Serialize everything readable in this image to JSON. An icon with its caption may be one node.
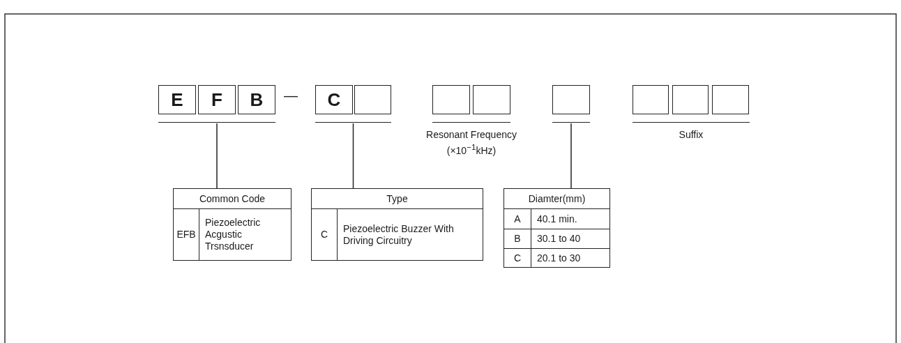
{
  "diagram": {
    "nodes": [
      {
        "text": [
          "E"
        ]
      },
      {
        "text": [
          "F"
        ]
      },
      {
        "text": [
          "B"
        ]
      },
      {
        "text": [
          "C"
        ]
      },
      {
        "text": [],
        "shape": "box"
      },
      {
        "text": [],
        "shape": "box"
      },
      {
        "text": [],
        "shape": "box"
      },
      {
        "text": [],
        "shape": "box"
      },
      {
        "text": [],
        "shape": "box"
      },
      {
        "text": [],
        "shape": "box"
      },
      {
        "text": [],
        "shape": "box"
      },
      {
        "text": [],
        "shape": "bar"
      },
      {
        "text": [],
        "shape": "bar"
      },
      {
        "text": [],
        "shape": "bar",
        "beside": [
          "Resonant Frequency (×10$^{−1}$kHz)"
        ]
      },
      {
        "text": [],
        "shape": "bar"
      },
      {
        "text": [],
        "shape": "bar",
        "beside": [
          "Suffix"
        ]
      },
      {
        "text": [
          "Common Code",
          "EFB",
          "Piezoelectric Acgustic Trsnsducer"
        ]
      },
      {
        "text": [
          "Type",
          "C",
          "Piezoelectric Buzzer With Driving Circuitry"
        ]
      },
      {
        "text": [
          "Diamter(mm)",
          "A",
          "40.1 min.",
          "B",
          "30.1 to 40",
          "C",
          "20.1 to 30"
        ]
      }
    ],
    "edges": [
      {
        "from": 11,
        "to": 16,
        "arrow": "none"
      },
      {
        "from": 12,
        "to": 17,
        "arrow": "none"
      },
      {
        "from": 14,
        "to": 18,
        "arrow": "none"
      }
    ],
    "labels": [
      "—"
    ]
  }
}
